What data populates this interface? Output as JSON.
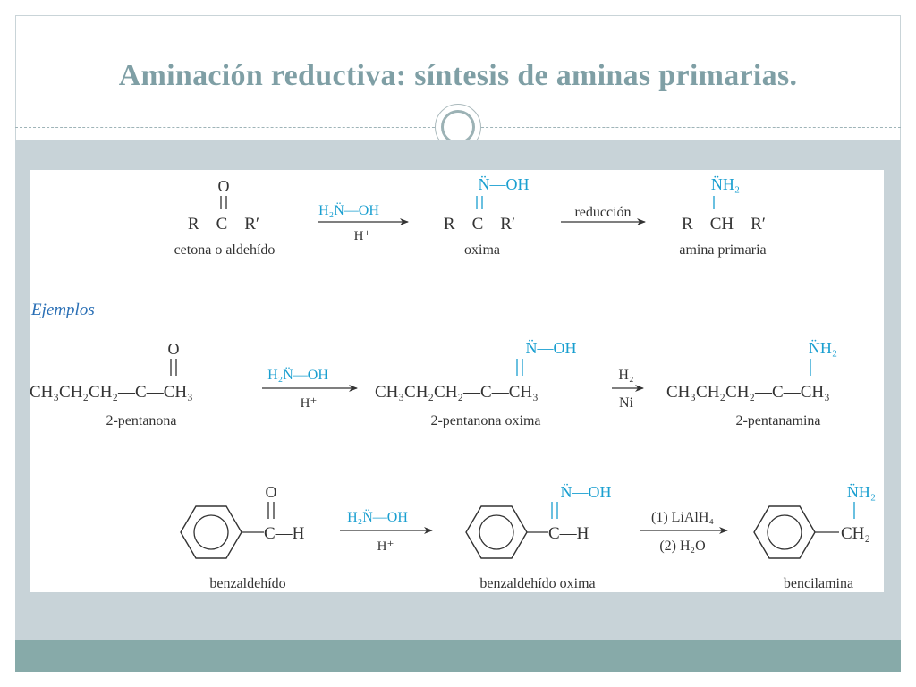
{
  "slide": {
    "title": "Aminación reductiva: síntesis de aminas primarias."
  },
  "general": {
    "carbonyl_O": "O",
    "ketone": "R—C—R′",
    "ketone_label": "cetona o aldehído",
    "reagent_top": "H₂N̈—OH",
    "reagent_bottom": "H⁺",
    "oxime_top": "N̈—OH",
    "oxime": "R—C—R′",
    "oxime_label": "oxima",
    "reduction": "reducción",
    "amine_top": "N̈H₂",
    "amine": "R—CH—R′",
    "amine_label": "amina primaria"
  },
  "examples_heading": "Ejemplos",
  "example1": {
    "carbonyl_O": "O",
    "ketone": "CH₃CH₂CH₂—C—CH₃",
    "ketone_label": "2-pentanona",
    "reagent_top": "H₂N̈—OH",
    "reagent_bottom": "H⁺",
    "oxime_top": "N̈—OH",
    "oxime": "CH₃CH₂CH₂—C—CH₃",
    "oxime_label": "2-pentanona oxima",
    "reduct_top": "H₂",
    "reduct_bottom": "Ni",
    "amine_top": "N̈H₂",
    "amine": "CH₃CH₂CH₂—C—CH₃",
    "amine_label": "2-pentanamina"
  },
  "example2": {
    "carbonyl_O": "O",
    "aldehyde": "C—H",
    "aldehyde_label": "benzaldehído",
    "reagent_top": "H₂N̈—OH",
    "reagent_bottom": "H⁺",
    "oxime_top": "N̈—OH",
    "oxime": "C—H",
    "oxime_label": "benzaldehído oxima",
    "reduct_top": "(1) LiAlH₄",
    "reduct_bottom": "(2) H₂O",
    "amine_top": "N̈H₂",
    "amine": "CH₂",
    "amine_label": "bencilamina"
  },
  "colors": {
    "title": "#7f9fa5",
    "body_band": "#c8d3d8",
    "footer_band": "#87aaa9",
    "reagent_blue": "#1a9fd0",
    "examples_blue": "#2a6fb5",
    "ink": "#333333"
  }
}
